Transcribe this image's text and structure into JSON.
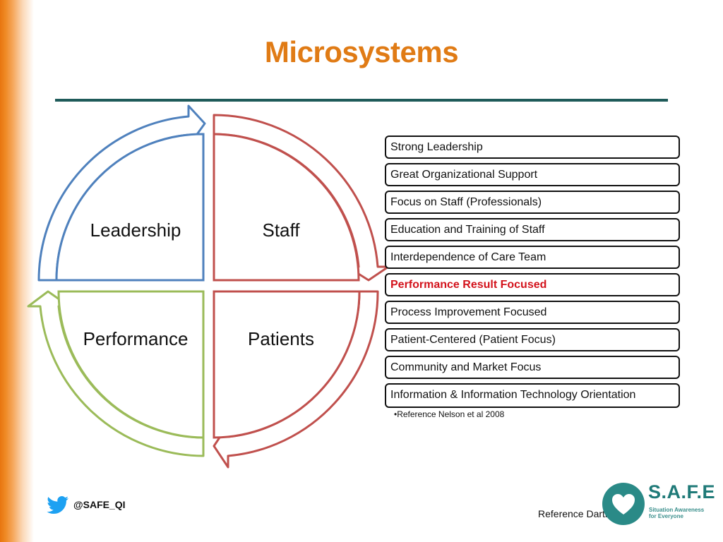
{
  "title": "Microsystems",
  "quadrants": {
    "leadership": "Leadership",
    "staff": "Staff",
    "performance": "Performance",
    "patients": "Patients"
  },
  "items": [
    {
      "label": "Strong Leadership",
      "highlight": false
    },
    {
      "label": "Great Organizational Support",
      "highlight": false
    },
    {
      "label": "Focus on Staff (Professionals)",
      "highlight": false
    },
    {
      "label": "Education and Training of Staff",
      "highlight": false
    },
    {
      "label": "Interdependence of Care Team",
      "highlight": false
    },
    {
      "label": "Performance Result Focused",
      "highlight": true
    },
    {
      "label": "Process Improvement Focused",
      "highlight": false
    },
    {
      "label": "Patient-Centered (Patient Focus)",
      "highlight": false
    },
    {
      "label": "Community and Market Focus",
      "highlight": false
    },
    {
      "label": "Information & Information Technology Orientation",
      "highlight": false
    }
  ],
  "reference_note": "•Reference Nelson et al 2008",
  "footer": {
    "twitter_handle": "@SAFE_QI",
    "reference": "Reference Dartmouth",
    "logo_name": "S.A.F.E",
    "logo_tagline": "Situation Awareness for Everyone"
  },
  "colors": {
    "accent_orange": "#e07b15",
    "rule_teal": "#1f5b5a",
    "leadership_blue": "#4f81bd",
    "staff_patients_red": "#c0504d",
    "performance_green": "#9bbb59",
    "highlight_red": "#d3131c",
    "logo_teal": "#1f7a78"
  },
  "icons": [
    "twitter-bird-icon",
    "heart-icon"
  ]
}
